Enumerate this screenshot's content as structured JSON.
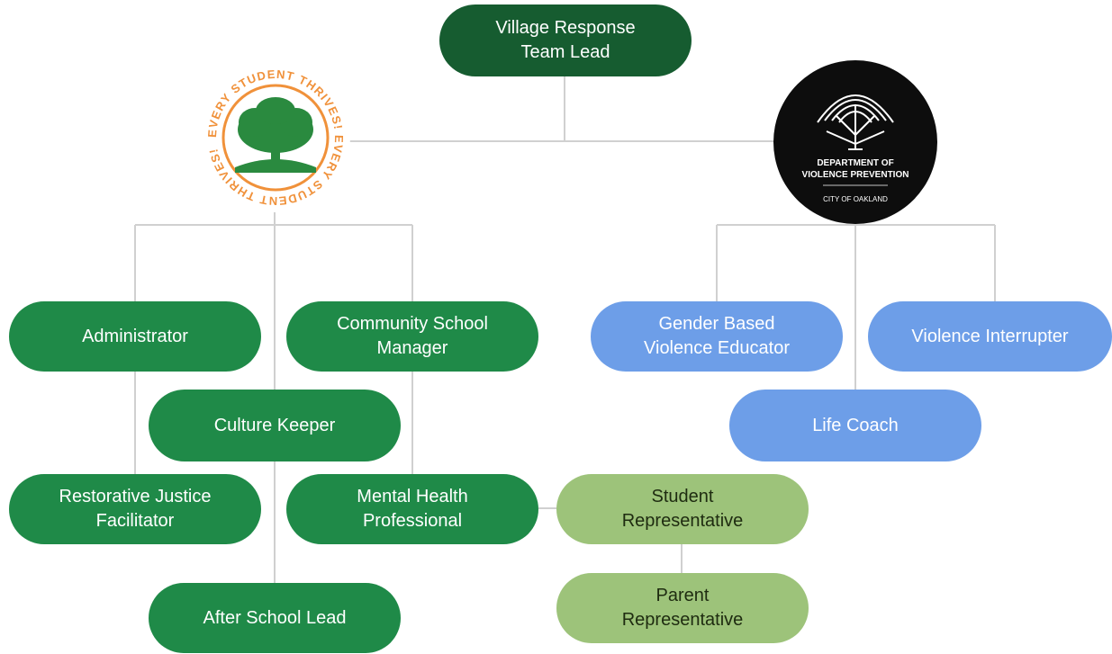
{
  "lead": {
    "label": "Village Response\nTeam Lead"
  },
  "logos": {
    "ousd": {
      "ring_text": "EVERY STUDENT THRIVES! EVERY STUDENT THRIVES!",
      "ring_color": "#f0913a",
      "tree_color": "#2a8a3f"
    },
    "dvp": {
      "title_line1": "DEPARTMENT OF",
      "title_line2": "VIOLENCE PREVENTION",
      "subtitle": "CITY OF OAKLAND"
    }
  },
  "school_roles": {
    "administrator": "Administrator",
    "community_school_manager": "Community School\nManager",
    "culture_keeper": "Culture Keeper",
    "restorative_justice_facilitator": "Restorative Justice\nFacilitator",
    "mental_health_professional": "Mental Health\nProfessional",
    "after_school_lead": "After School Lead"
  },
  "dvp_roles": {
    "gender_based_violence_educator": "Gender Based\nViolence Educator",
    "violence_interrupter": "Violence Interrupter",
    "life_coach": "Life Coach"
  },
  "community_roles": {
    "student_representative": "Student\nRepresentative",
    "parent_representative": "Parent\nRepresentative"
  },
  "colors": {
    "lead": "#165c30",
    "school": "#1f8a48",
    "dvp": "#6d9ee8",
    "community": "#9dc37a",
    "connector": "#d0d0d0"
  }
}
